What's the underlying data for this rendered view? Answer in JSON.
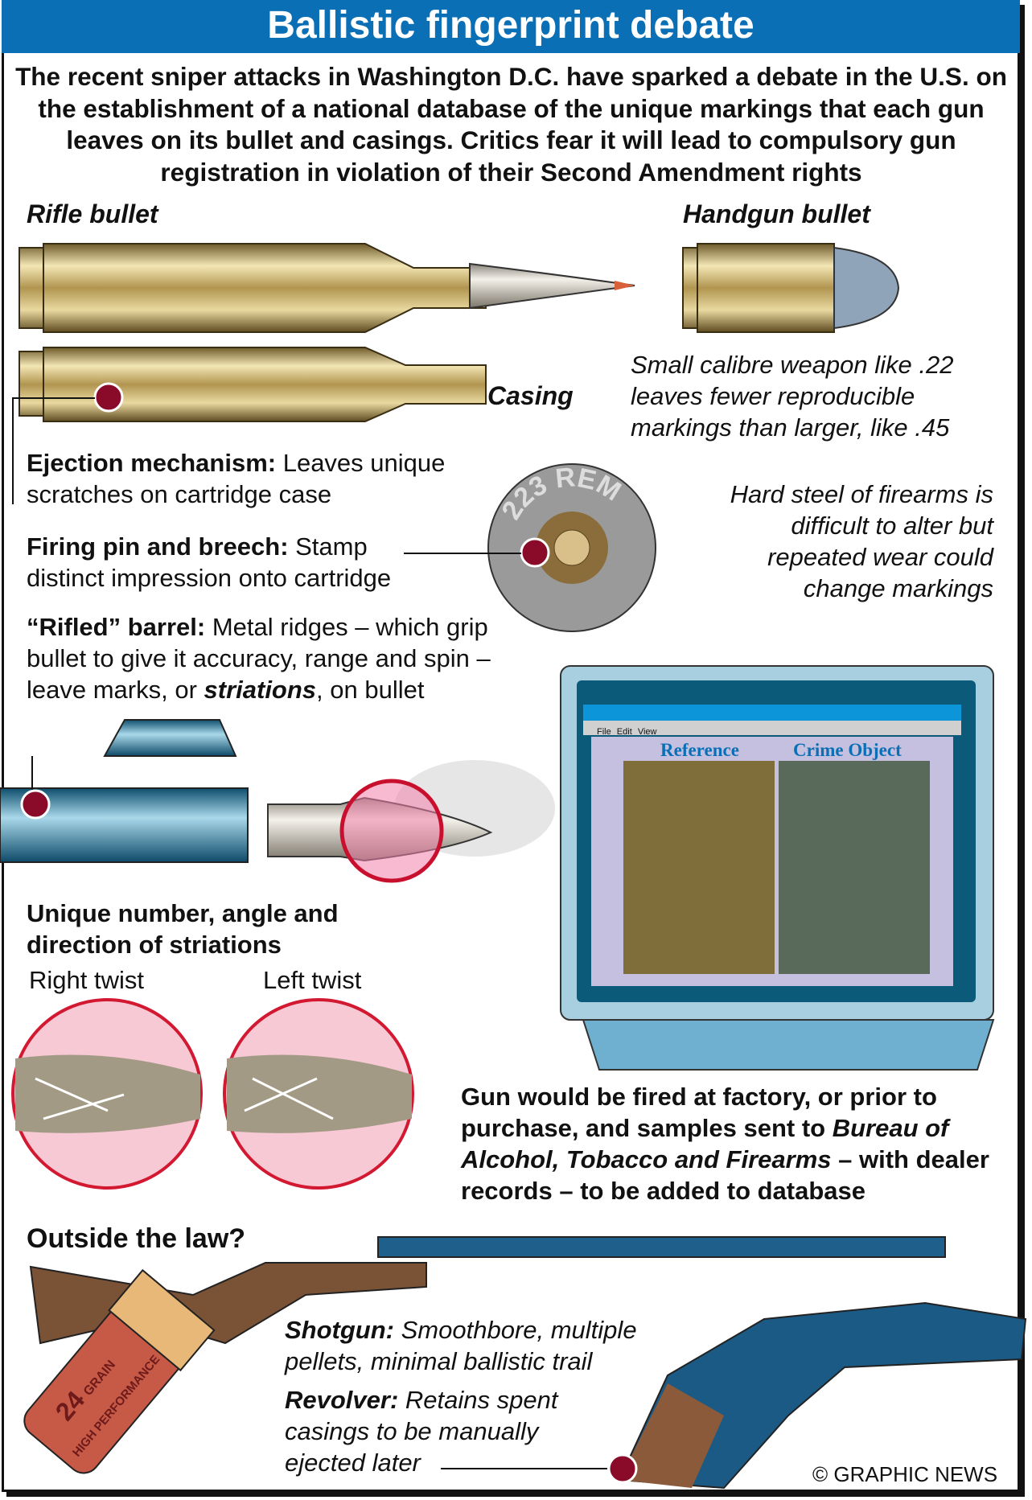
{
  "title": "Ballistic fingerprint debate",
  "intro": "The recent sniper attacks in Washington D.C. have sparked a debate in the U.S. on the establishment of a national database of the unique markings that each gun leaves on its bullet and casings. Critics fear it will lead to compulsory gun registration in violation of their Second Amendment rights",
  "labels": {
    "rifle": "Rifle bullet",
    "handgun": "Handgun bullet",
    "casing": "Casing",
    "cartridge_stamp": "223 REM"
  },
  "small_calibre": "Small calibre weapon like .22 leaves fewer reproducible markings than larger, like .45",
  "ejection": {
    "term": "Ejection mechanism:",
    "text": " Leaves unique scratches on cartridge case"
  },
  "firing_pin": {
    "term": "Firing pin and breech:",
    "text": " Stamp distinct impression onto cartridge"
  },
  "hard_steel": "Hard steel of firearms is difficult to alter but repeated wear could change markings",
  "rifled": {
    "term": "“Rifled” barrel:",
    "text1": " Metal ridges – which grip bullet to give it accuracy, range and spin – leave marks, or ",
    "em": "striations",
    "text2": ", on bullet"
  },
  "monitor": {
    "menu": [
      "File",
      "Edit",
      "View"
    ],
    "reference": "Reference",
    "crime": "Crime Object"
  },
  "striations": {
    "heading": "Unique number, angle and direction of striations",
    "right": "Right twist",
    "left": "Left twist"
  },
  "factory": {
    "t1": "Gun would be fired at factory, or prior to purchase, and samples sent to ",
    "em": "Bureau of Alcohol, Tobacco and Firearms",
    "t2": " – with dealer records – to be added to database"
  },
  "outside": "Outside the law?",
  "shell": {
    "grain": "24",
    "grain_label": "GRAIN",
    "perf": "HIGH PERFORMANCE"
  },
  "shotgun": {
    "term": "Shotgun:",
    "text": " Smoothbore, multiple pellets, minimal ballistic trail"
  },
  "revolver": {
    "term": "Revolver:",
    "text": " Retains spent casings to be manually ejected later"
  },
  "credit": "© GRAPHIC NEWS",
  "colors": {
    "title_bg": "#0b6fb5",
    "marker": "#8a0a2a",
    "link_blue": "#0b6fb5"
  }
}
